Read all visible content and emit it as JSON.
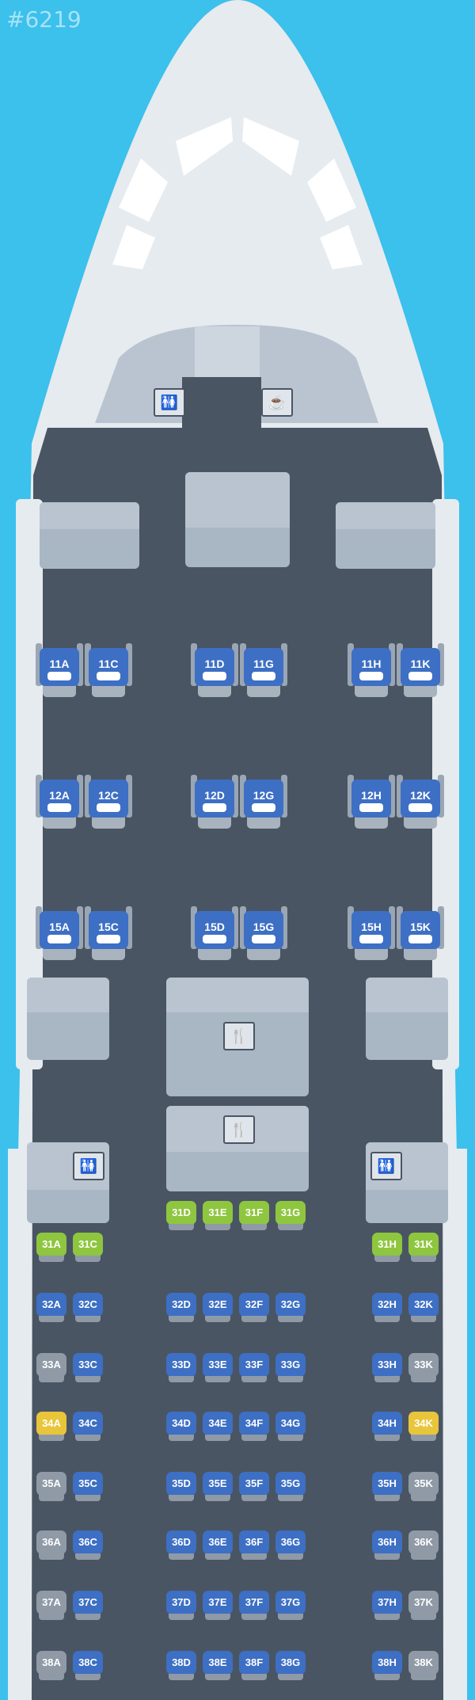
{
  "map_id": "#6219",
  "colors": {
    "sky": "#3cc0ec",
    "fuselage": "#e6ebef",
    "cabin": "#4a5563",
    "business_seat": "#3d6fc4",
    "economy_blue": "#3d6fc4",
    "economy_green": "#8ec63f",
    "economy_yellow": "#e8c53a",
    "economy_grey": "#8f9aa6",
    "block": "#a9b6c4"
  },
  "icons": {
    "lavatory_front": "lavatory-icon",
    "galley_front": "galley-icon",
    "galley_mid_1": "galley-icon",
    "galley_mid_2": "galley-icon",
    "lavatory_left": "lavatory-icon",
    "lavatory_right": "lavatory-icon"
  },
  "business_rows": [
    {
      "row": "11",
      "seats": [
        "11A",
        "11C",
        "11D",
        "11G",
        "11H",
        "11K"
      ]
    },
    {
      "row": "12",
      "seats": [
        "12A",
        "12C",
        "12D",
        "12G",
        "12H",
        "12K"
      ]
    },
    {
      "row": "15",
      "seats": [
        "15A",
        "15C",
        "15D",
        "15G",
        "15H",
        "15K"
      ]
    }
  ],
  "economy_rows": [
    {
      "row": "31",
      "left": [
        "31A",
        "31C"
      ],
      "center": [
        "31D",
        "31E",
        "31F",
        "31G"
      ],
      "right": [
        "31H",
        "31K"
      ],
      "types": {
        "31A": "green",
        "31C": "green",
        "31D": "green",
        "31E": "green",
        "31F": "green",
        "31G": "green",
        "31H": "green",
        "31K": "green"
      }
    },
    {
      "row": "32",
      "left": [
        "32A",
        "32C"
      ],
      "center": [
        "32D",
        "32E",
        "32F",
        "32G"
      ],
      "right": [
        "32H",
        "32K"
      ],
      "types": {}
    },
    {
      "row": "33",
      "left": [
        "33A",
        "33C"
      ],
      "center": [
        "33D",
        "33E",
        "33F",
        "33G"
      ],
      "right": [
        "33H",
        "33K"
      ],
      "types": {
        "33A": "grey",
        "33K": "grey"
      }
    },
    {
      "row": "34",
      "left": [
        "34A",
        "34C"
      ],
      "center": [
        "34D",
        "34E",
        "34F",
        "34G"
      ],
      "right": [
        "34H",
        "34K"
      ],
      "types": {
        "34A": "yellow",
        "34K": "yellow"
      }
    },
    {
      "row": "35",
      "left": [
        "35A",
        "35C"
      ],
      "center": [
        "35D",
        "35E",
        "35F",
        "35G"
      ],
      "right": [
        "35H",
        "35K"
      ],
      "types": {
        "35A": "grey",
        "35K": "grey"
      }
    },
    {
      "row": "36",
      "left": [
        "36A",
        "36C"
      ],
      "center": [
        "36D",
        "36E",
        "36F",
        "36G"
      ],
      "right": [
        "36H",
        "36K"
      ],
      "types": {
        "36A": "grey",
        "36K": "grey"
      }
    },
    {
      "row": "37",
      "left": [
        "37A",
        "37C"
      ],
      "center": [
        "37D",
        "37E",
        "37F",
        "37G"
      ],
      "right": [
        "37H",
        "37K"
      ],
      "types": {
        "37A": "grey",
        "37K": "grey"
      }
    },
    {
      "row": "38",
      "left": [
        "38A",
        "38C"
      ],
      "center": [
        "38D",
        "38E",
        "38F",
        "38G"
      ],
      "right": [
        "38H",
        "38K"
      ],
      "types": {
        "38A": "grey",
        "38K": "grey"
      }
    }
  ]
}
